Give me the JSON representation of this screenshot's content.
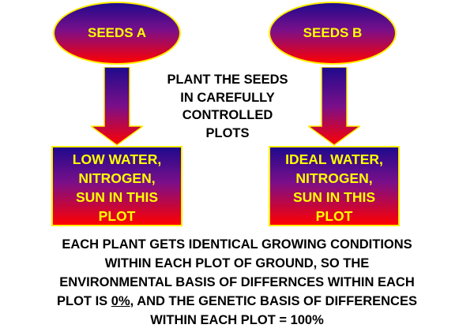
{
  "seeds_a": "SEEDS A",
  "seeds_b": "SEEDS B",
  "middle": [
    "PLANT THE SEEDS",
    "IN CAREFULLY",
    "CONTROLLED",
    "PLOTS"
  ],
  "plot_a": [
    "LOW WATER,",
    "NITROGEN,",
    "SUN IN THIS",
    "PLOT"
  ],
  "plot_b": [
    "IDEAL WATER,",
    "NITROGEN,",
    "SUN IN THIS",
    "PLOT"
  ],
  "bottom": {
    "line1": "EACH PLANT GETS IDENTICAL GROWING CONDITIONS",
    "line2": "WITHIN EACH PLOT OF GROUND, SO THE",
    "line3": "ENVIRONMENTAL BASIS OF DIFFERNCES WITHIN EACH",
    "line4_pre": "PLOT IS ",
    "line4_value": "0%",
    "line4_post": ", AND THE GENETIC BASIS OF DIFFERENCES",
    "line5": "WITHIN EACH PLOT = 100%"
  },
  "colors": {
    "top": "#1e0a8c",
    "bottom": "#ff0000",
    "text": "#ffff00"
  }
}
